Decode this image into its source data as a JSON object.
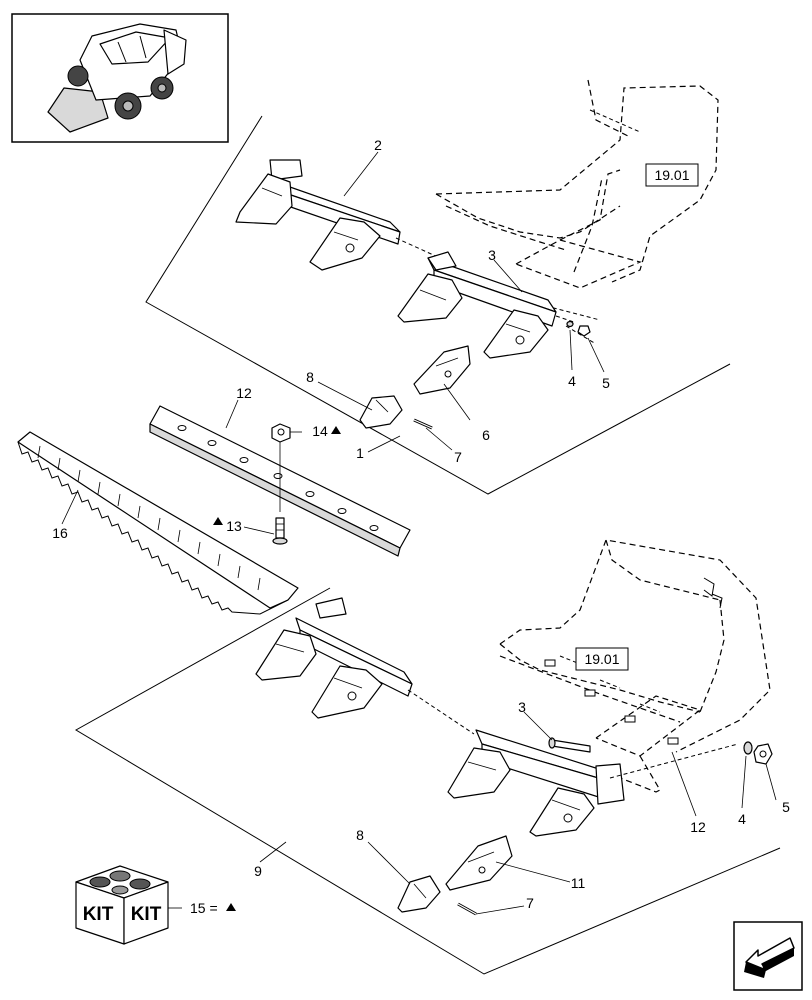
{
  "callouts": {
    "c1": "1",
    "c2": "2",
    "c3a": "3",
    "c4a": "4",
    "c5a": "5",
    "c6": "6",
    "c7a": "7",
    "c8a": "8",
    "c12a": "12",
    "c13": "13",
    "c14": "14",
    "c16": "16",
    "c9": "9",
    "c3b": "3",
    "c4b": "4",
    "c5b": "5",
    "c7b": "7",
    "c8b": "8",
    "c11": "11",
    "c12b": "12"
  },
  "reference_boxes": {
    "upper": "19.01",
    "lower": "19.01"
  },
  "kit": {
    "face_left": "KIT",
    "face_right": "KIT",
    "legend": "15 ="
  },
  "icons": {
    "marker": "filled-triangle",
    "thumbnail": "skid-steer-loader-icon",
    "navigation": "next-page-arrow-icon"
  }
}
